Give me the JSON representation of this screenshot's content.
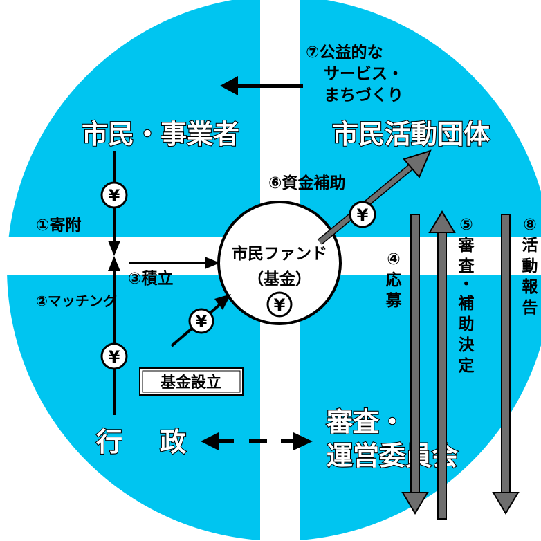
{
  "colors": {
    "sky": "#00c5f0",
    "white": "#ffffff",
    "black": "#000000",
    "gray": "#6e6e6e"
  },
  "actors": {
    "citizens": "市民・事業者",
    "groups": "市民活動団体",
    "government": [
      "行",
      "政"
    ],
    "committee": [
      "審査・",
      "運営委員会"
    ]
  },
  "fund": {
    "line1": "市民ファンド",
    "line2": "（基金）"
  },
  "yen_symbol": "¥",
  "steps": {
    "s1": "①寄附",
    "s2": "②マッチング",
    "s3": "③積立",
    "s4": [
      "④",
      "応",
      "募"
    ],
    "s5": [
      "⑤",
      "審",
      "査",
      "・",
      "補",
      "助",
      "決",
      "定"
    ],
    "s6": "⑥資金補助",
    "s7": [
      "⑦公益的な",
      "サービス・",
      "まちづくり"
    ],
    "s8": [
      "⑧",
      "活",
      "動",
      "報",
      "告"
    ],
    "fund_setup": "基金設立"
  }
}
